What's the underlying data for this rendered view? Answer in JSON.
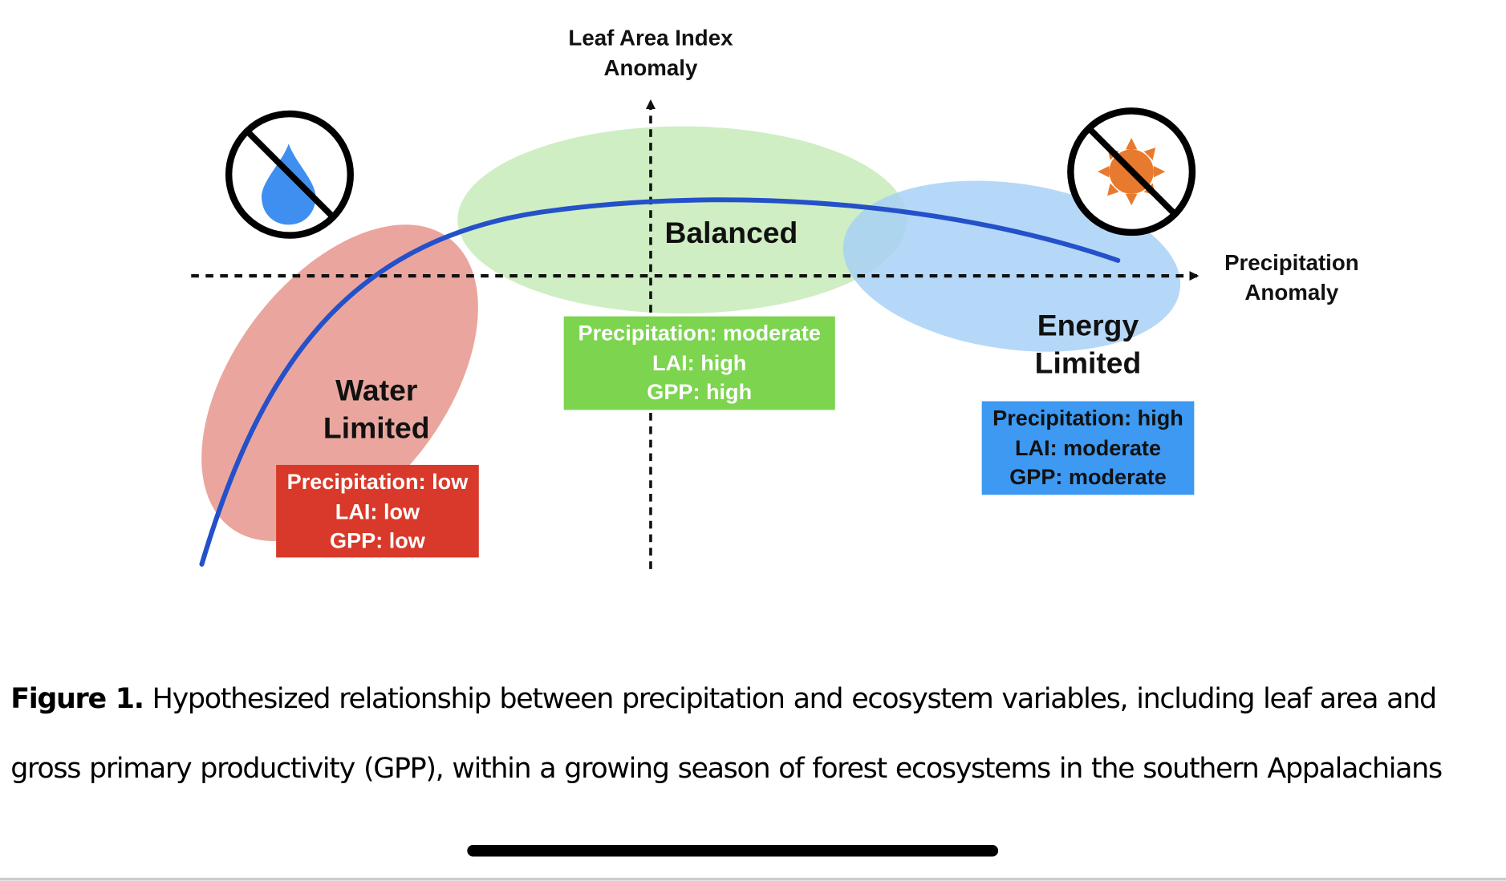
{
  "diagram": {
    "y_axis_title": "Leaf Area Index\nAnomaly",
    "x_axis_title": "Precipitation\nAnomaly",
    "icons": {
      "left": "no-water-icon",
      "right": "no-sun-icon"
    },
    "regions": [
      {
        "id": "water-limited",
        "label": "Water\nLimited",
        "ellipse_color": "#eaa69e",
        "box_color": "#d9392a",
        "box_text_color": "#ffffff",
        "lines": [
          "Precipitation: low",
          "LAI: low",
          "GPP: low"
        ]
      },
      {
        "id": "balanced",
        "label": "Balanced",
        "ellipse_color": "#c7ebb8",
        "box_color": "#7cd44f",
        "box_text_color": "#ffffff",
        "lines": [
          "Precipitation: moderate",
          "LAI: high",
          "GPP: high"
        ]
      },
      {
        "id": "energy-limited",
        "label": "Energy\nLimited",
        "ellipse_color": "#a9d1f7",
        "box_color": "#3d99f1",
        "box_text_color": "#111111",
        "lines": [
          "Precipitation: high",
          "LAI: moderate",
          "GPP: moderate"
        ]
      }
    ],
    "curve_color": "#2451c9",
    "axis_color": "#111111"
  },
  "caption": {
    "label": "Figure 1.",
    "text": " Hypothesized relationship between precipitation and ecosystem variables, including leaf area and gross primary productivity (GPP), within a growing season of forest ecosystems in the southern Appalachians"
  }
}
